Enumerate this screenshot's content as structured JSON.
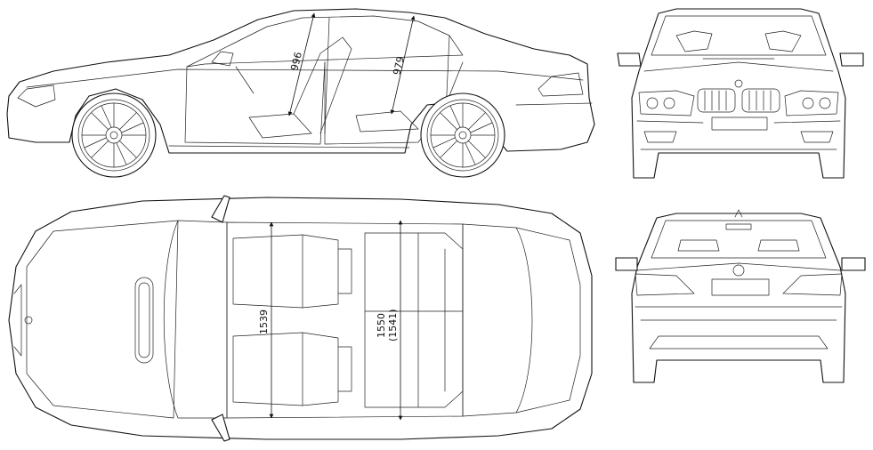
{
  "views": {
    "side": "side-view",
    "front": "front-view",
    "top": "top-view",
    "rear": "rear-view"
  },
  "dimensions": {
    "front_headroom": "996",
    "rear_headroom": "979",
    "front_shoulder_width": "1539",
    "rear_shoulder_width": "1550",
    "rear_shoulder_width_alt": "(1541)"
  },
  "colors": {
    "line": "#111111",
    "background": "#ffffff"
  },
  "icons": {
    "brand_badge": "roundel-badge-icon"
  }
}
